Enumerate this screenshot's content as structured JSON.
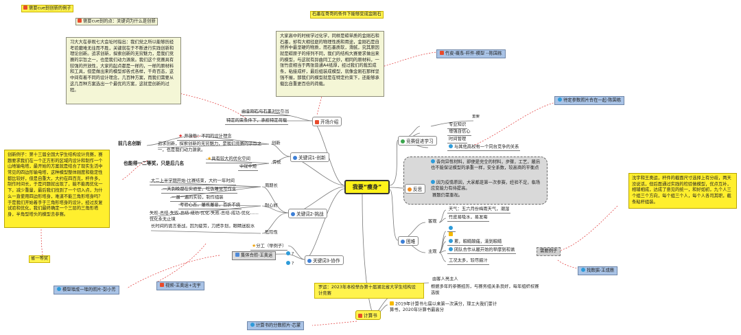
{
  "central": "我要“瘦身”",
  "top_tag": "需要cue到创新的例子",
  "cue_tag": "需要cue到的点：关键词为什么是创新",
  "left_note": "习大大在参观七大会址时指出：我们党之所以能够历经考验磨难无往而不胜，关键就在于不断进行实践创新和理论创新。追求创新，探索创新的无穷魅力，是我们竞赛的宗旨之一，也是我们动力源泉。我们这个竞赛具有较强的开放性，大家的起点都是一样的，一样的原材料和工具，但是做出来的模型却各式各样，千奇百态，这中间有着不同的设计理念，几百种方案，而我们需要从这几百种方案选出一个最优的方案，这就是创新的过程。",
  "stone_tag": "石墨在哥哥的条件下能够变成金刚石",
  "stone_note": "大家高中的时候学过化学，同样是碳单质的金刚石和石墨，却有大相径庭的物理性质和用途，金刚石是自然界中最坚硬的物质，而石墨质软，滑腻，究其原因就是碳原子的排列不同，我们的结构大赛要求做出来的模型，与这就有异曲同工之妙，相同的原材料，一张竹皮相当于两张普通A4纸厚，经过我们的裁剪成条，粘接成杆，最后组装成模型，就像金刚石那样坚强不摧，那我们的模型就是在特定约束下，还能够承载比自重更百倍的荷载。",
  "bamboo_tag": "竹皮-概条-杆件-模型 --陈国栋",
  "photo_tag": "待定参数照片合在一起-陈国栋",
  "open": {
    "label": "开场介绍",
    "items": [
      "由金刚石与石墨对比引出",
      "特定的束条件下，承担特定荷载"
    ]
  },
  "kw1": {
    "label": "关键词1-创新",
    "group_label": "前几名创新",
    "openness": "开放性：不同的设计理念",
    "innovate_text": "追求创新，探索创新的无穷魅力，是我们竞赛的宗旨之一，也是我们动力源泉。",
    "innovate": "创新",
    "second_label": "也能得一二等奖，只是后几名",
    "trad_items": [
      "具有较大的优化空间",
      "中规中矩"
    ],
    "trad": "传统"
  },
  "kw2": {
    "label": "关键词2-挑战",
    "period_items": [
      "大二上半学期开始-比赛结束，大约一年时间",
      "一天到晚都在实验室，吃饭睡觉写作业",
      "一遍一遍的实验，制作组装"
    ],
    "period": "周期长",
    "patience_items": [
      "考验心态，屡败屡息，百折不挠",
      "失败-总结-失败-总结-成功-优化-失败-总结-成功-优化……优化永无止境"
    ],
    "patience": "耐心好",
    "danger_items": [
      "长时间的诡言奋战，因为疲劳，刀把手划，眼睛迷胶水"
    ],
    "danger": "危险性"
  },
  "kw3": {
    "label": "关键词3-协作",
    "items": [
      "分工（举例子）",
      "集体合照-王奥运"
    ],
    "q1": "?",
    "q2": "?",
    "video_tag": "视频-王奥运+沈宇",
    "model_tag": "模型堆成一堆的照片-彭小芳"
  },
  "innovation_note": "创新例子：第十三届全国大学生结构设计竞赛，赛题要求我们在一个正方形的区域内设计和制作一个山地输电塔，最开始的方案就是结合了现实生活中常见的四边形输电塔，这种模型整体刚度和稳定性都比较好，但是自重大，大约在四百克，杆件多，制作时间长，于是问题就出现了，能不能再优化一下，减少重量，最后我们找到了一个切入点，为什么一直使用四边形塔身，难道不能三角形塔身吗？于是我们开始着手于三角形塔身的设计，经过反复试验和优化，我们最终确定一个三层的三角形塔身，半角型塔头的模型去参赛。",
  "second_prize": "省一等奖",
  "learn": {
    "label": "竞赛促进学习",
    "items": [
      "专业知识",
      "增强自信心",
      "时间管理",
      "与其他高校有一个同台竞争的关系"
    ],
    "importance": "重要"
  },
  "reflect": {
    "label": "反思",
    "items": [
      "各向异性材料，即使是完全的材料，步骤，工艺，最后也不能保证模型的承重一样，安全系数，较高商的平衡点",
      "因为疫情原因，大家都是第一次参赛，经验不足，临场应变能力有待提高。",
      "赛题仍需重视。"
    ]
  },
  "difficulty": {
    "label": "困难",
    "objective": "客观",
    "objective_items": [
      "天气：五六月份梅雨天气，潮湿",
      "竹皮易吸水，易发霉"
    ],
    "subjective": "主观",
    "subjective_items": [
      "累，眼睛酸痛，滴到眼睛",
      "团队合作从最开始的举摩到和谐",
      "工况太多，较尽脑汁"
    ],
    "example_tag": "需要例子",
    "data_tag": "找数据-王成鼎"
  },
  "right_note": "沈宇和王奥运，杆件的截面尺寸选择上有分歧，两天没说话，但后面通过实践的检验做模型，优点互补，相辅相成，达成了意见的统一，和好如初，九个人三个组三个方向，每个组三个人，每个人各司其职，截条粘杆组装。",
  "calc": {
    "label": "计算书",
    "lead": "罗运：2023年本校举办第十届湖北省大学生结构设计竞赛",
    "upper": [
      "由客人亮主人",
      "根据多年的参赛经历，与赛务组关系良好，每年组织校赛选拔"
    ],
    "lower": "2019年计算书七届以来第一次满分，理工大我们要计算书，2020年计算书最高分",
    "score_tag": "计算书的分数照片-芯蒙"
  }
}
